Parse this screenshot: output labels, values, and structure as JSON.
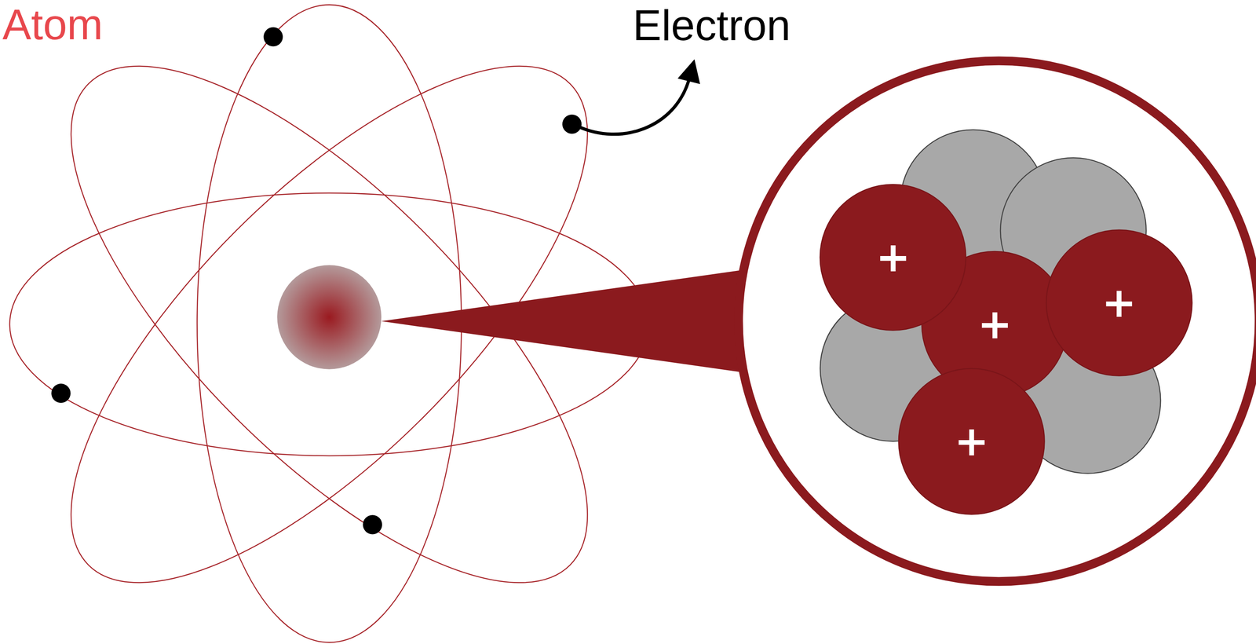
{
  "diagram": {
    "title": "Atom",
    "nodes": [
      {
        "text": [
          "+"
        ]
      },
      {
        "text": [
          "+"
        ]
      },
      {
        "text": [
          "+"
        ]
      },
      {
        "text": [
          "+"
        ]
      }
    ],
    "labels": [
      "Electron"
    ]
  }
}
